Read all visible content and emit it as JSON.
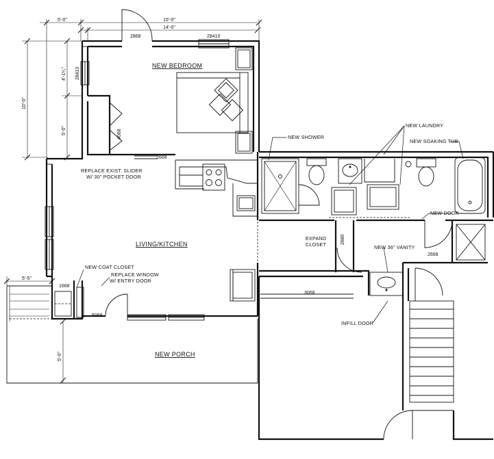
{
  "rooms": {
    "bedroom": "NEW BEDROOM",
    "living": "LIVING/KITCHEN",
    "porch": "NEW PORCH"
  },
  "notes": {
    "shower": "NEW SHOWER",
    "laundry": "NEW LAUNDRY",
    "soaking_tub": "NEW SOAKING TUB",
    "slider_1": "REPLACE EXIST. SLIDER",
    "slider_2": "W/ 30\" POCKET DOOR",
    "new_door": "NEW DOOR",
    "expand_1": "EXPAND",
    "expand_2": "CLOSET",
    "vanity": "NEW 36\" VANITY",
    "coat_closet": "NEW COAT CLOSET",
    "window_1": "REPLACE WINDOW",
    "window_2": "W/ ENTRY DOOR",
    "infill": "INFILL DOOR"
  },
  "dims": {
    "d_5_0_top": "5'-0\"",
    "d_15_0": "15'-0\"",
    "d_14_0": "14'-0\"",
    "d_10_0": "10'-0\"",
    "d_4_1": "4'-1¹⁄₂\"",
    "d_5_0_left": "5'-0\"",
    "d_5_5": "5'-5\"",
    "d_5_0_porch": "5'-0\""
  },
  "tags": {
    "t_2868_top": "2868",
    "t_28410_top": "28410",
    "t_28410_left": "28410",
    "t_4068": "4068",
    "t_2668_slider": "2668",
    "t_2880_closet": "2880",
    "t_2668_bath": "2668",
    "t_3068": "3068",
    "t_1668": "1668",
    "t_5068": "5068"
  }
}
